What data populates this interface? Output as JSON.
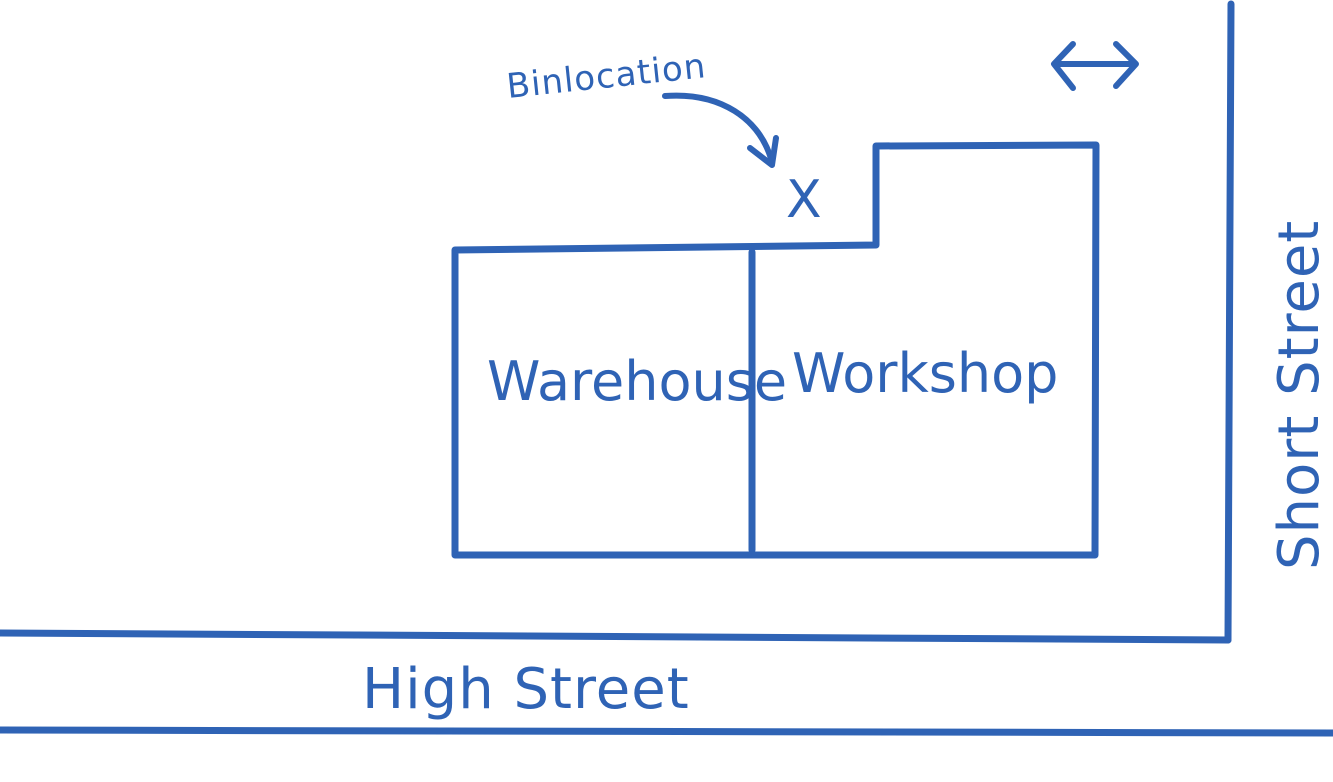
{
  "labels": {
    "bin_location": "Binlocation",
    "bin_marker": "X",
    "warehouse": "Warehouse",
    "workshop": "Workshop",
    "high_street": "High Street",
    "short_street": "Short Street"
  },
  "icons": {
    "gate_arrow": "double-headed-arrow-icon"
  },
  "colors": {
    "ink": "#2f63b5",
    "paper": "#ffffff"
  }
}
